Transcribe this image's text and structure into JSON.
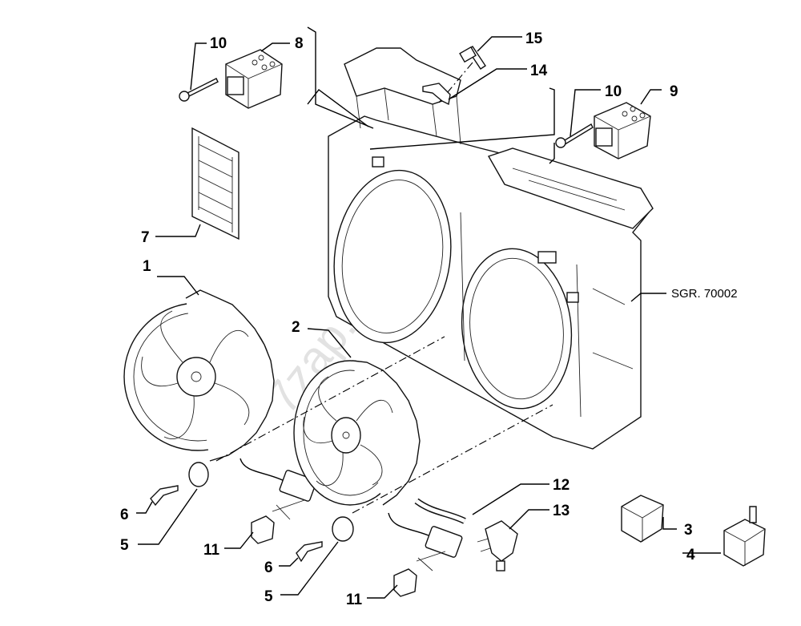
{
  "reference_code": "SGR. 70002",
  "watermark": "7zap.com",
  "callouts": [
    {
      "id": "c1",
      "label": "1"
    },
    {
      "id": "c2",
      "label": "2"
    },
    {
      "id": "c3",
      "label": "3"
    },
    {
      "id": "c4",
      "label": "4"
    },
    {
      "id": "c5a",
      "label": "5"
    },
    {
      "id": "c5b",
      "label": "5"
    },
    {
      "id": "c6a",
      "label": "6"
    },
    {
      "id": "c6b",
      "label": "6"
    },
    {
      "id": "c7",
      "label": "7"
    },
    {
      "id": "c8",
      "label": "8"
    },
    {
      "id": "c9",
      "label": "9"
    },
    {
      "id": "c10a",
      "label": "10"
    },
    {
      "id": "c10b",
      "label": "10"
    },
    {
      "id": "c11a",
      "label": "11"
    },
    {
      "id": "c11b",
      "label": "11"
    },
    {
      "id": "c12",
      "label": "12"
    },
    {
      "id": "c13",
      "label": "13"
    },
    {
      "id": "c14",
      "label": "14"
    },
    {
      "id": "c15",
      "label": "15"
    }
  ]
}
